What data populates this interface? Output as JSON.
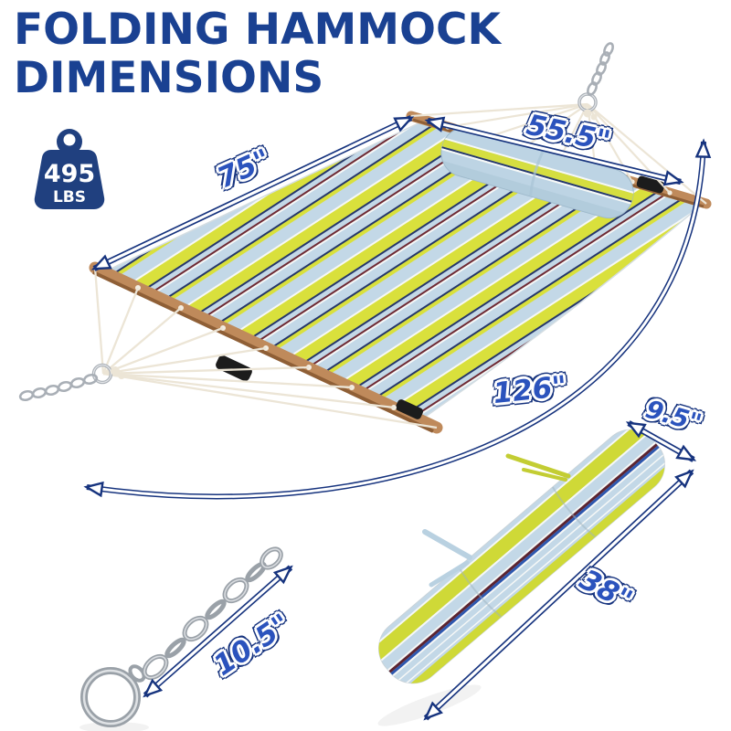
{
  "title": {
    "line1": "FOLDING HAMMOCK",
    "line2": "DIMENSIONS"
  },
  "weight_capacity": {
    "value": "495",
    "unit": "LBS",
    "icon": "weight-icon"
  },
  "dimensions": {
    "bed_length": "75\"",
    "spreader_bar_width": "55.5\"",
    "total_hanging_length": "126\"",
    "folded_width": "9.5\"",
    "folded_length": "38\"",
    "chain_length": "10.5\""
  },
  "colors": {
    "title_blue": "#1a4192",
    "label_blue": "#2b53bd",
    "arrow_navy": "#16337e",
    "badge_navy": "#20407f",
    "fabric_yellow": "#d9e03c",
    "fabric_light_blue": "#c3d8e7",
    "fabric_navy_stripe": "#25376b",
    "fabric_maroon_stripe": "#6e2a34",
    "wood_brown": "#bf8a5b"
  }
}
